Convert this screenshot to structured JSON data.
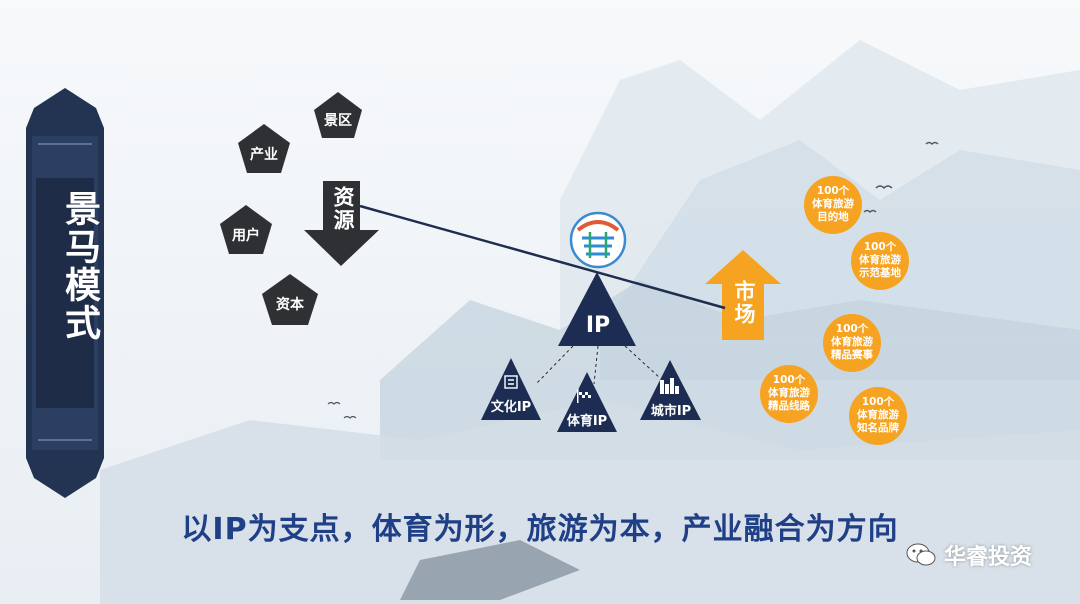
{
  "side_title": "景马模式",
  "resources": {
    "items": [
      "景区",
      "产业",
      "用户",
      "资本"
    ],
    "arrow_label": "资源"
  },
  "market": {
    "arrow_label": "市场"
  },
  "ip": {
    "center": "IP",
    "branches": [
      "文化IP",
      "体育IP",
      "城市IP"
    ]
  },
  "circles": [
    "100个\n体育旅游\n目的地",
    "100个\n体育旅游\n示范基地",
    "100个\n体育旅游\n精品赛事",
    "100个\n体育旅游\n精品线路",
    "100个\n体育旅游\n知名品牌"
  ],
  "slogan": "以IP为支点，体育为形，旅游为本，产业融合为方向",
  "watermark": "华睿投资",
  "colors": {
    "navy": "#233453",
    "dark": "#2e3034",
    "orange": "#f6a321",
    "slogan": "#1f3f86"
  },
  "icons": [
    "logo-icon",
    "culture-icon",
    "sport-icon",
    "city-icon",
    "wechat-icon"
  ]
}
